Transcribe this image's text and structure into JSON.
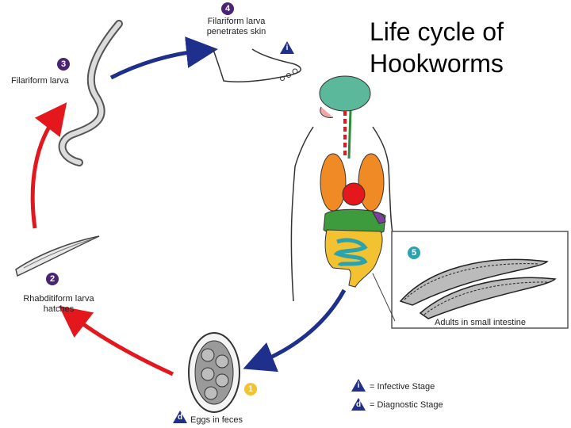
{
  "title_line1": "Life cycle of",
  "title_line2": "Hookworms",
  "stages": {
    "s1": {
      "number": "1",
      "color": "#f2c230"
    },
    "s2": {
      "number": "2",
      "label_line1": "Rhabditiform larva",
      "label_line2": "hatches",
      "color": "#4a2472"
    },
    "s3": {
      "number": "3",
      "label": "Filariform larva",
      "color": "#4a2472"
    },
    "s4": {
      "number": "4",
      "label_line1": "Filariform larva",
      "label_line2": "penetrates skin",
      "color": "#4a2472"
    },
    "s5": {
      "number": "5",
      "label": "Adults in small intestine",
      "color": "#2aa3b0"
    },
    "eggs": {
      "letter": "d",
      "label": "Eggs in feces"
    }
  },
  "legend": {
    "infective": {
      "letter": "i",
      "label": "= Infective Stage"
    },
    "diagnostic": {
      "letter": "d",
      "label": "= Diagnostic Stage"
    }
  },
  "colors": {
    "human_cycle": "#1f2f8c",
    "environment_cycle": "#e3171c"
  }
}
